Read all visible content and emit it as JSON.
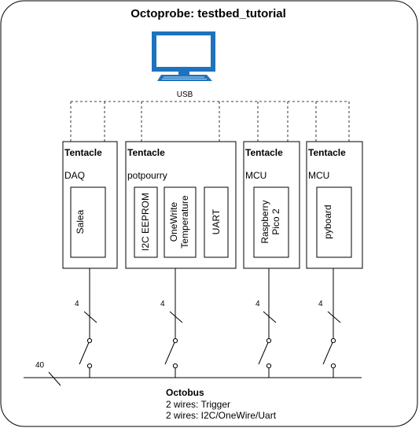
{
  "title": "Octoprobe: testbed_tutorial",
  "pc_label": "USB",
  "tentacles": [
    {
      "header": "Tentacle",
      "role": "DAQ",
      "devices": [
        "Salea"
      ]
    },
    {
      "header": "Tentacle",
      "role": "potpourry",
      "devices": [
        "I2C EEPROM",
        "OneWrite Temperature",
        "UART"
      ]
    },
    {
      "header": "Tentacle",
      "role": "MCU",
      "devices": [
        "Raspberry Pico 2"
      ]
    },
    {
      "header": "Tentacle",
      "role": "MCU",
      "devices": [
        "pyboard"
      ]
    }
  ],
  "wire_counts": [
    "4",
    "4",
    "4",
    "4"
  ],
  "bus_wire_count": "40",
  "octobus": {
    "title": "Octobus",
    "lines": [
      "2 wires: Trigger",
      "2 wires: I2C/OneWire/Uart"
    ]
  }
}
